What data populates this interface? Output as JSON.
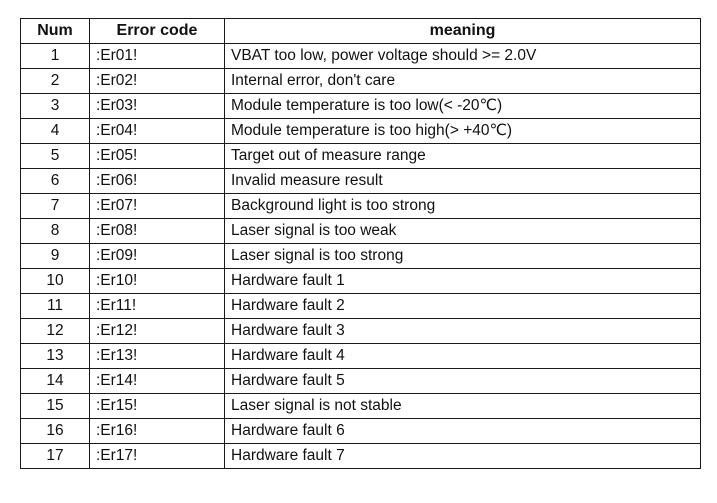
{
  "table": {
    "headers": {
      "num": "Num",
      "code": "Error code",
      "meaning": "meaning"
    },
    "rows": [
      {
        "num": "1",
        "code": ":Er01!",
        "meaning": "VBAT too low, power voltage should >= 2.0V"
      },
      {
        "num": "2",
        "code": ":Er02!",
        "meaning": "Internal error, don't care"
      },
      {
        "num": "3",
        "code": ":Er03!",
        "meaning": "Module temperature is too low(< -20℃)"
      },
      {
        "num": "4",
        "code": ":Er04!",
        "meaning": "Module temperature is too high(> +40℃)"
      },
      {
        "num": "5",
        "code": ":Er05!",
        "meaning": "Target out of measure range"
      },
      {
        "num": "6",
        "code": ":Er06!",
        "meaning": "Invalid measure result"
      },
      {
        "num": "7",
        "code": ":Er07!",
        "meaning": "Background light is too strong"
      },
      {
        "num": "8",
        "code": ":Er08!",
        "meaning": "Laser signal is too weak"
      },
      {
        "num": "9",
        "code": ":Er09!",
        "meaning": "Laser signal is too strong"
      },
      {
        "num": "10",
        "code": ":Er10!",
        "meaning": "Hardware fault 1"
      },
      {
        "num": "11",
        "code": ":Er11!",
        "meaning": "Hardware fault 2"
      },
      {
        "num": "12",
        "code": ":Er12!",
        "meaning": "Hardware fault 3"
      },
      {
        "num": "13",
        "code": ":Er13!",
        "meaning": "Hardware fault 4"
      },
      {
        "num": "14",
        "code": ":Er14!",
        "meaning": "Hardware fault 5"
      },
      {
        "num": "15",
        "code": ":Er15!",
        "meaning": "Laser signal is not stable"
      },
      {
        "num": "16",
        "code": ":Er16!",
        "meaning": "Hardware fault 6"
      },
      {
        "num": "17",
        "code": ":Er17!",
        "meaning": "Hardware fault 7"
      }
    ]
  }
}
